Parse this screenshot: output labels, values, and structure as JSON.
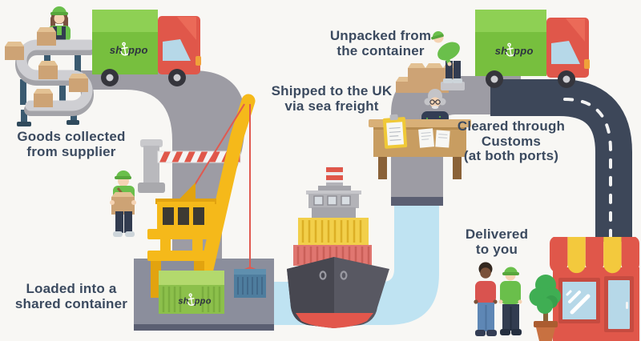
{
  "title": "Shippo sea freight shipping process infographic",
  "brand": {
    "name": "shippo",
    "logo_left": "sh",
    "logo_right": "ppo",
    "logo_icon": "anchor-icon"
  },
  "steps": [
    {
      "id": "goods-collected",
      "label": "Goods collected\nfrom supplier"
    },
    {
      "id": "loaded-container",
      "label": "Loaded into a\nshared container"
    },
    {
      "id": "shipped-sea-freight",
      "label": "Shipped to the UK\nvia sea freight"
    },
    {
      "id": "unpacked",
      "label": "Unpacked from\nthe container"
    },
    {
      "id": "customs-cleared",
      "label": "Cleared through\nCustoms\n(at both ports)"
    },
    {
      "id": "delivered",
      "label": "Delivered\nto you"
    }
  ],
  "colors": {
    "background": "#f8f7f4",
    "label_text": "#3b4a5f",
    "truck_green": "#77bf3e",
    "truck_green_light": "#8ed054",
    "truck_red": "#e0574a",
    "truck_red_light": "#eb6a58",
    "window_blue": "#b6d8e8",
    "wheel_dark": "#35353c",
    "wheel_hub": "#cfcfd3",
    "road_gray": "#9d9ca4",
    "road_navy": "#3d4759",
    "dash_white": "#f2f2f2",
    "water_blue": "#bfe3f2",
    "dock_gray": "#8b8e9c",
    "dock_edge": "#5b5f72",
    "crane_yellow": "#f5b91a",
    "crane_yellow_dark": "#e2a30f",
    "container_green": "#8cc04b",
    "container_green_light": "#b3d96d",
    "container_ridge": "#7aad3e",
    "container_blue": "#4e7d9e",
    "cable_red": "#e05a50",
    "box_tan": "#cda375",
    "box_tan_light": "#e3c193",
    "belt_gray": "#cfcfd3",
    "belt_gray_dark": "#a4a4a9",
    "leg_slate": "#3a5a70",
    "uniform_green": "#6abf4b",
    "uniform_green_dark": "#57a63c",
    "pants_navy": "#323c50",
    "skin": "#f5d3b3",
    "skin_dark": "#7a5139",
    "jeans_blue": "#5e87b5",
    "shirt_red": "#d9534f",
    "hull_dark": "#474750",
    "hull_light": "#585862",
    "keel_red": "#e2574c",
    "ship_container_yellow": "#f2cf4a",
    "ship_container_red": "#e07670",
    "steel_gray": "#b3b3b8",
    "desk_wood": "#c89d61",
    "desk_wood_top": "#d9b077",
    "wood_dark": "#8a6238",
    "clipboard_yellow": "#f0c937",
    "paper_white": "#f7f7f4",
    "shop_trim": "#c64b40",
    "awning_yellow": "#f3c93d",
    "tree_green": "#3fae53",
    "pot_orange": "#c87141",
    "hair_gray": "#c4c4c8",
    "sweater_navy": "#333d54",
    "logo_ink": "#2d3340",
    "barrier_gray": "#b9b9bd"
  }
}
